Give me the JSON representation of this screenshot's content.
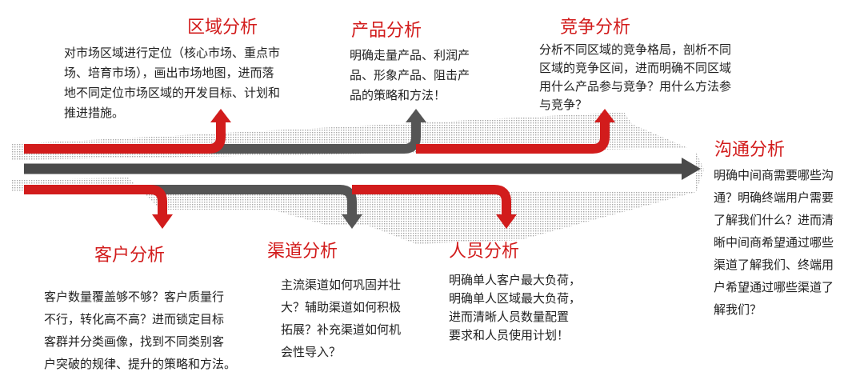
{
  "colors": {
    "accent_red": "#d21c1c",
    "arrow_gray": "#555555",
    "main_arrow": "#4a4a4a",
    "text": "#222222"
  },
  "sections": {
    "region": {
      "title": "区域分析",
      "lines": [
        "对市场区域进行定位（核心市场、重点市",
        "场、培育市场），画出市场地图，进而落",
        "地不同定位市场区域的开发目标、计划和",
        "推进措施。"
      ],
      "arrow_color": "red",
      "arrow_dir": "up"
    },
    "product": {
      "title": "产品分析",
      "lines": [
        "明确走量产品、利润产",
        "品、形象产品、阻击产",
        "品的策略和方法！"
      ],
      "arrow_color": "gray",
      "arrow_dir": "up"
    },
    "competition": {
      "title": "竞争分析",
      "lines": [
        "分析不同区域的竞争格局，剖析不同",
        "区域的竞争区间，进而明确不同区域",
        "用什么产品参与竞争？用什么方法参",
        "与竞争？"
      ],
      "arrow_color": "red",
      "arrow_dir": "up"
    },
    "communication": {
      "title": "沟通分析",
      "lines": [
        "明确中间商需要哪些沟",
        "通？明确终端用户需要",
        "了解我们什么？进而清",
        "晰中间商希望通过哪些",
        "渠道了解我们、终端用",
        "户希望通过哪些渠道了",
        "解我们？"
      ],
      "arrow_color": "gray",
      "arrow_dir": "right"
    },
    "customer": {
      "title": "客户分析",
      "lines": [
        "客户数量覆盖够不够？客户质量行",
        "不行，转化高不高？进而锁定目标",
        "客群并分类画像，找到不同类别客",
        "户突破的规律、提升的策略和方法。"
      ],
      "arrow_color": "red",
      "arrow_dir": "down"
    },
    "channel": {
      "title": "渠道分析",
      "lines": [
        "主流渠道如何巩固并壮",
        "大？辅助渠道如何积极",
        "拓展？补充渠道如何机",
        "会性导入？"
      ],
      "arrow_color": "gray",
      "arrow_dir": "down"
    },
    "personnel": {
      "title": "人员分析",
      "lines": [
        "明确单人客户最大负荷，",
        "明确单人区域最大负荷，",
        "进而清晰人员数量配置",
        "要求和人员使用计划！"
      ],
      "arrow_color": "red",
      "arrow_dir": "down"
    }
  }
}
